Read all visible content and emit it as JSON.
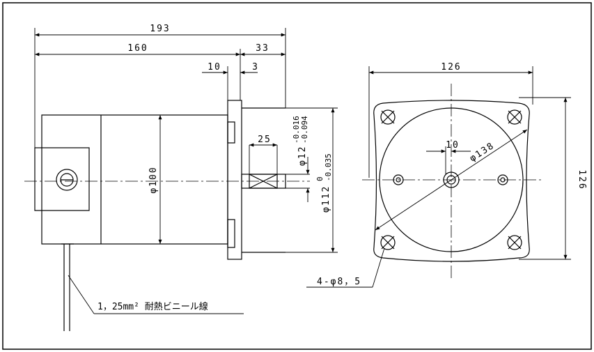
{
  "side_view": {
    "dim_total_length": "193",
    "dim_body_length": "160",
    "dim_shaft_length": "33",
    "dim_flange_offset": "10",
    "dim_flange_thickness": "3",
    "dim_key_length": "25",
    "dim_body_diameter": "φ100",
    "dim_shaft_diameter": "φ12",
    "tol_shaft_upper": "-0.016",
    "tol_shaft_lower": "-0.094",
    "dim_pilot_diameter": "φ112",
    "tol_pilot_upper": "0",
    "tol_pilot_lower": "-0.035",
    "lead_wire_spec": "1，25mm² 耐熱ビニール線"
  },
  "front_view": {
    "dim_width": "126",
    "dim_height": "126",
    "dim_center_offset": "10",
    "dim_bolt_circle": "φ138",
    "dim_mount_holes": "4-φ8，5"
  }
}
